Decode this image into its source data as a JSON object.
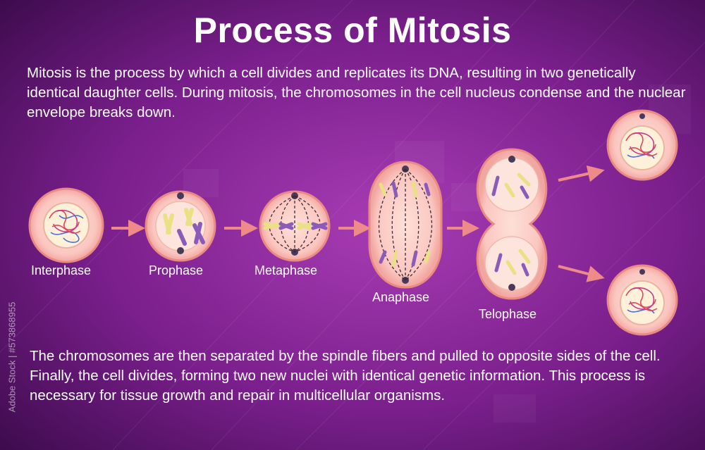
{
  "title": "Process of Mitosis",
  "intro": "Mitosis is the process by which a cell divides and replicates its DNA, resulting in two genetically identical daughter cells. During mitosis, the chromosomes in the cell nucleus condense and the nuclear envelope breaks down.",
  "outro": "The chromosomes are then separated by the spindle fibers and pulled to opposite sides of the cell. Finally, the cell divides, forming two new nuclei with identical genetic information. This process is necessary for tissue growth and repair in multicellular organisms.",
  "stages": [
    {
      "label": "Interphase"
    },
    {
      "label": "Prophase"
    },
    {
      "label": "Metaphase"
    },
    {
      "label": "Anaphase"
    },
    {
      "label": "Telophase"
    }
  ],
  "watermark": "Adobe Stock | #573868955",
  "colors": {
    "background_center": "#9b2fa8",
    "background_edge": "#3c0b4c",
    "cell_fill": "#fbc6c0",
    "cell_stroke": "#e98a84",
    "nucleus_fill": "#fff1d9",
    "arrow": "#ee8a8a",
    "chromosome_purple": "#8a5bb8",
    "chromosome_yellow": "#eae084",
    "centrosome": "#4a3a5a"
  }
}
